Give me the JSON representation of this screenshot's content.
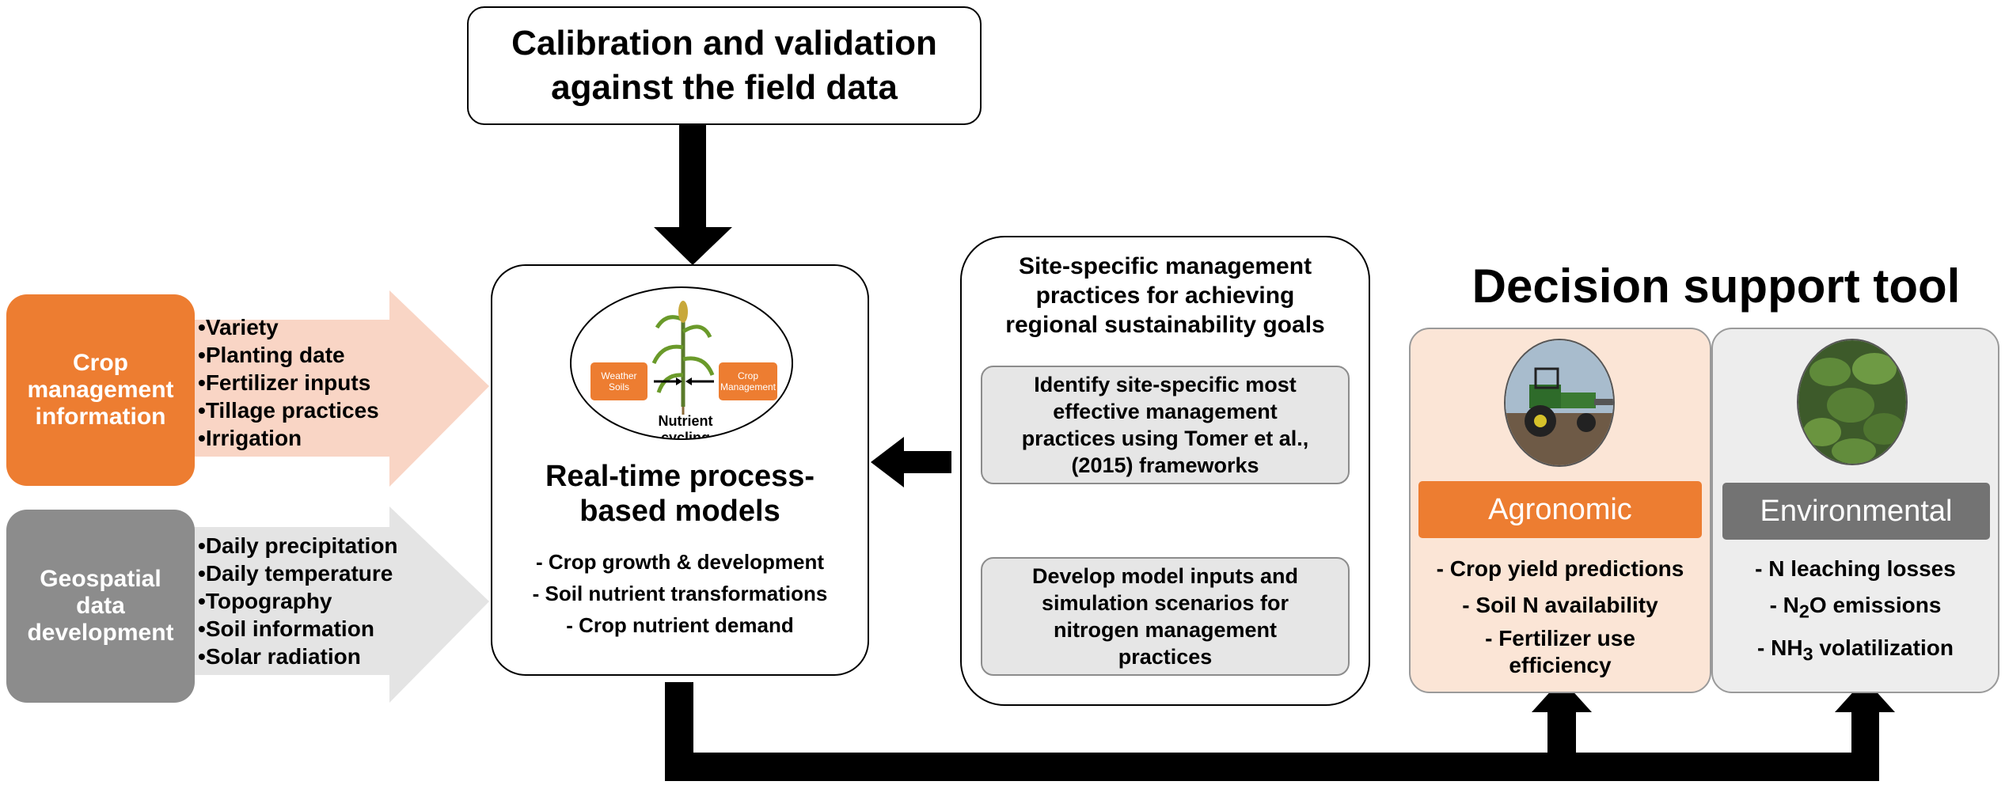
{
  "calibration": {
    "line1": "Calibration and validation",
    "line2": "against the field data"
  },
  "crop_mgmt": {
    "label_lines": [
      "Crop",
      "management",
      "information"
    ],
    "items": [
      "Variety",
      "Planting date",
      "Fertilizer inputs",
      "Tillage practices",
      "Irrigation"
    ]
  },
  "geospatial": {
    "label_lines": [
      "Geospatial",
      "data",
      "development"
    ],
    "items": [
      "Daily precipitation",
      "Daily temperature",
      "Topography",
      "Soil information",
      "Solar radiation"
    ]
  },
  "models": {
    "figure_labels": {
      "left": "Weather\nSoils",
      "right": "Crop\nManagement",
      "bottom": "Nutrient cycling"
    },
    "title_lines": [
      "Real-time process-",
      "based models"
    ],
    "items": [
      "Crop growth & development",
      "Soil nutrient transformations",
      "Crop nutrient demand"
    ]
  },
  "site_specific": {
    "title_lines": [
      "Site-specific management",
      "practices for achieving",
      "regional sustainability goals"
    ],
    "box1_lines": [
      "Identify site-specific most",
      "effective management",
      "practices using Tomer et al.,",
      "(2015) frameworks"
    ],
    "box2_lines": [
      "Develop model inputs and",
      "simulation scenarios for",
      "nitrogen management",
      "practices"
    ]
  },
  "decision": {
    "title": "Decision support tool",
    "agronomic": {
      "label": "Agronomic",
      "items": [
        "Crop yield predictions",
        "Soil N availability",
        "Fertilizer use efficiency"
      ]
    },
    "environmental": {
      "label": "Environmental",
      "items_html": [
        "- N leaching losses",
        "- N<sub>2</sub>O emissions",
        "- NH<sub>3</sub> volatilization"
      ]
    }
  },
  "colors": {
    "orange": "#ED7D31",
    "orange_light_arrow": "#F9D5C5",
    "gray": "#8C8C8C",
    "gray_light_arrow": "#E4E4E4",
    "agronomic_panel": "#FBE5D6",
    "environmental_panel": "#EDEDED",
    "env_label": "#737373"
  }
}
